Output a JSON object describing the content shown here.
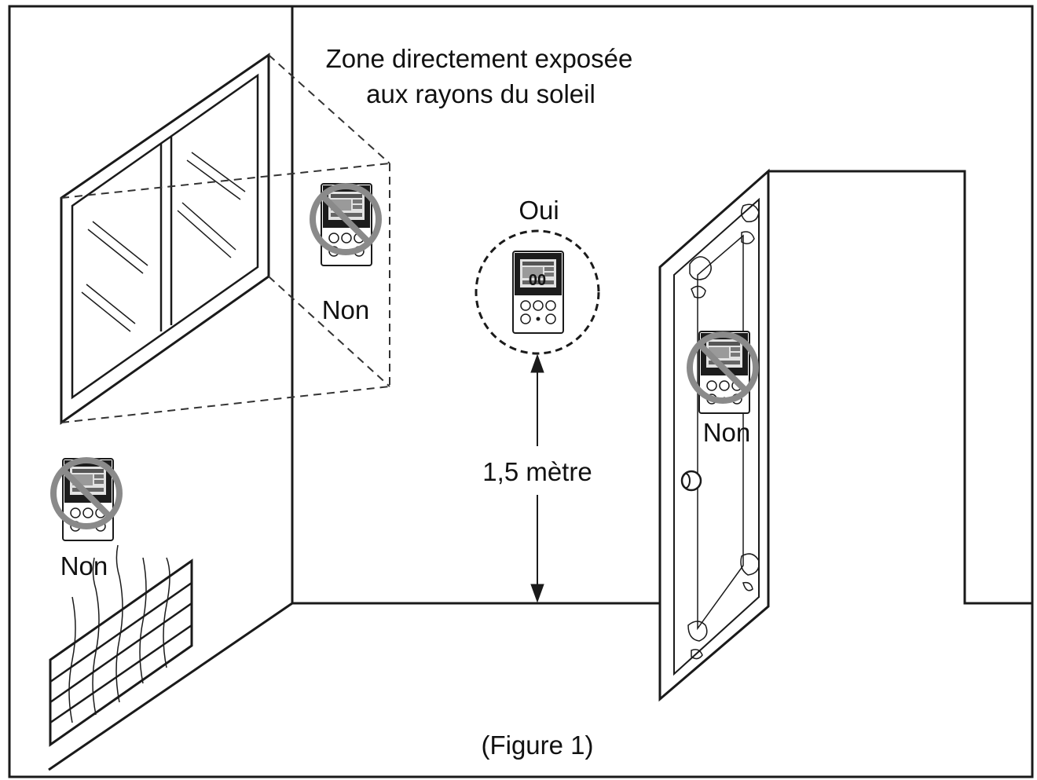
{
  "labels": {
    "sun_zone_line1": "Zone directement exposée",
    "sun_zone_line2": "aux rayons du soleil",
    "yes": "Oui",
    "no_window": "Non",
    "no_door": "Non",
    "no_radiator": "Non",
    "height": "1,5 mètre",
    "caption": "(Figure 1)"
  },
  "thermostat": {
    "display_digits": "00"
  },
  "colors": {
    "line": "#1a1a1a",
    "prohibition": "#8a8a8a",
    "thermostat_body": "#1c1c1c",
    "thermostat_display": "#dcdcdc"
  }
}
